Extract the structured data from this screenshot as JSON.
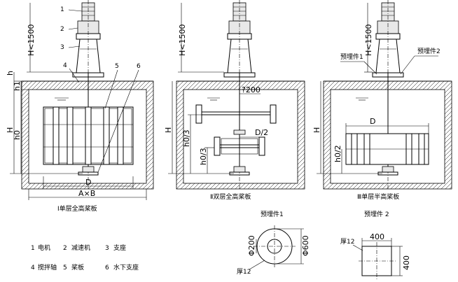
{
  "parts": [
    "1",
    "2",
    "3",
    "4",
    "5",
    "6"
  ],
  "dims": {
    "h_max": "H<1500",
    "h": "h",
    "h1": "h1",
    "h0": "h0",
    "H": "H",
    "D": "D",
    "AxB": "A×B",
    "h0_3": "h0/3",
    "h0_2": "h0/2",
    "D_2": "D/2",
    "d200_tag": "?200"
  },
  "captions": {
    "fig1": "Ⅰ单层全高桨板",
    "fig2": "Ⅱ双层全高桨板",
    "fig3": "Ⅲ单层半高桨板"
  },
  "embedded": {
    "e1_label": "预埋件1",
    "e2_label": "预埋件2",
    "e1_title": "预埋件1",
    "e2_title": "预埋件 2",
    "phi200": "Φ200",
    "phi600": "Φ600",
    "thk12a": "厚12",
    "thk12b": "厚12",
    "s400a": "400",
    "s400b": "400"
  },
  "legend": [
    {
      "num": "1",
      "name": "电机"
    },
    {
      "num": "2",
      "name": "减速机"
    },
    {
      "num": "3",
      "name": "支座"
    },
    {
      "num": "4",
      "name": "搅拌轴"
    },
    {
      "num": "5",
      "name": "桨板"
    },
    {
      "num": "6",
      "name": "水下支座"
    }
  ]
}
